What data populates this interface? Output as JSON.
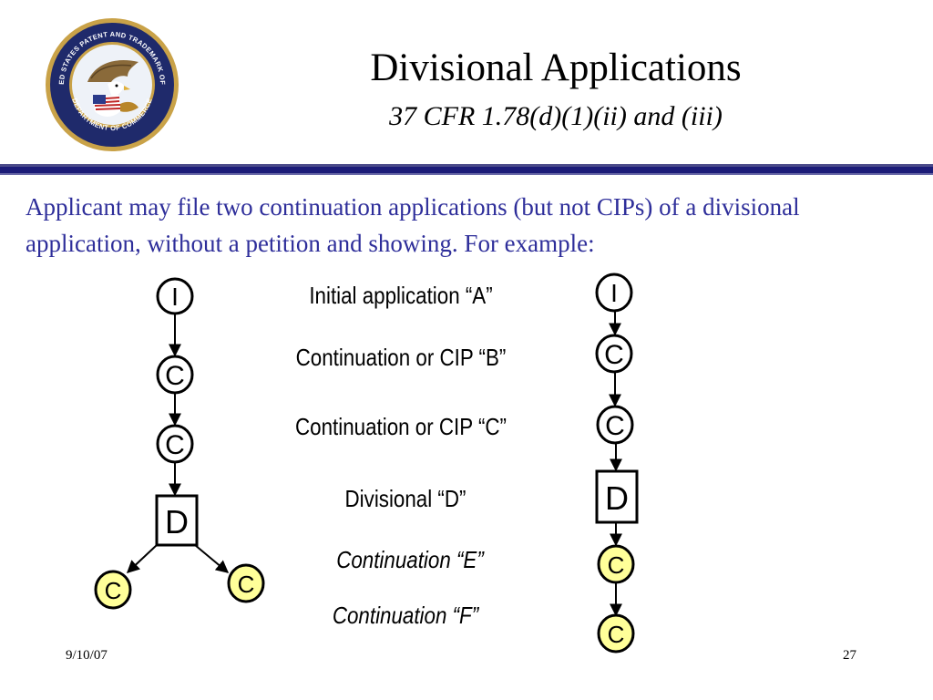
{
  "slide": {
    "title": "Divisional Applications",
    "subtitle": "37 CFR 1.78(d)(1)(ii) and (iii)",
    "intro": "Applicant may file two continuation applications (but not CIPs) of a divisional application, without a petition and showing.  For example:",
    "labels": {
      "a": "Initial application “A”",
      "b": "Continuation or CIP “B”",
      "c": "Continuation or CIP “C”",
      "d": "Divisional “D”",
      "e": "Continuation “E”",
      "f": "Continuation “F”"
    },
    "left_tree": {
      "initial": "I",
      "cont_1": "C",
      "cont_2": "C",
      "divisional": "D",
      "child_left": "C",
      "child_right": "C"
    },
    "right_chain": {
      "initial": "I",
      "cont_1": "C",
      "cont_2": "C",
      "divisional": "D",
      "child_1": "C",
      "child_2": "C"
    },
    "footer": {
      "date": "9/10/07",
      "page": "27"
    }
  },
  "colors": {
    "text_blue": "#2e2e9a",
    "rule_blue": "#1c1c78",
    "highlight_yellow": "#ffff99",
    "seal_navy": "#1f2a6b",
    "seal_gold": "#c9a248"
  },
  "seal": {
    "outer_text": "UNITED STATES PATENT AND TRADEMARK OFFICE",
    "bottom_text": "DEPARTMENT OF COMMERCE"
  }
}
